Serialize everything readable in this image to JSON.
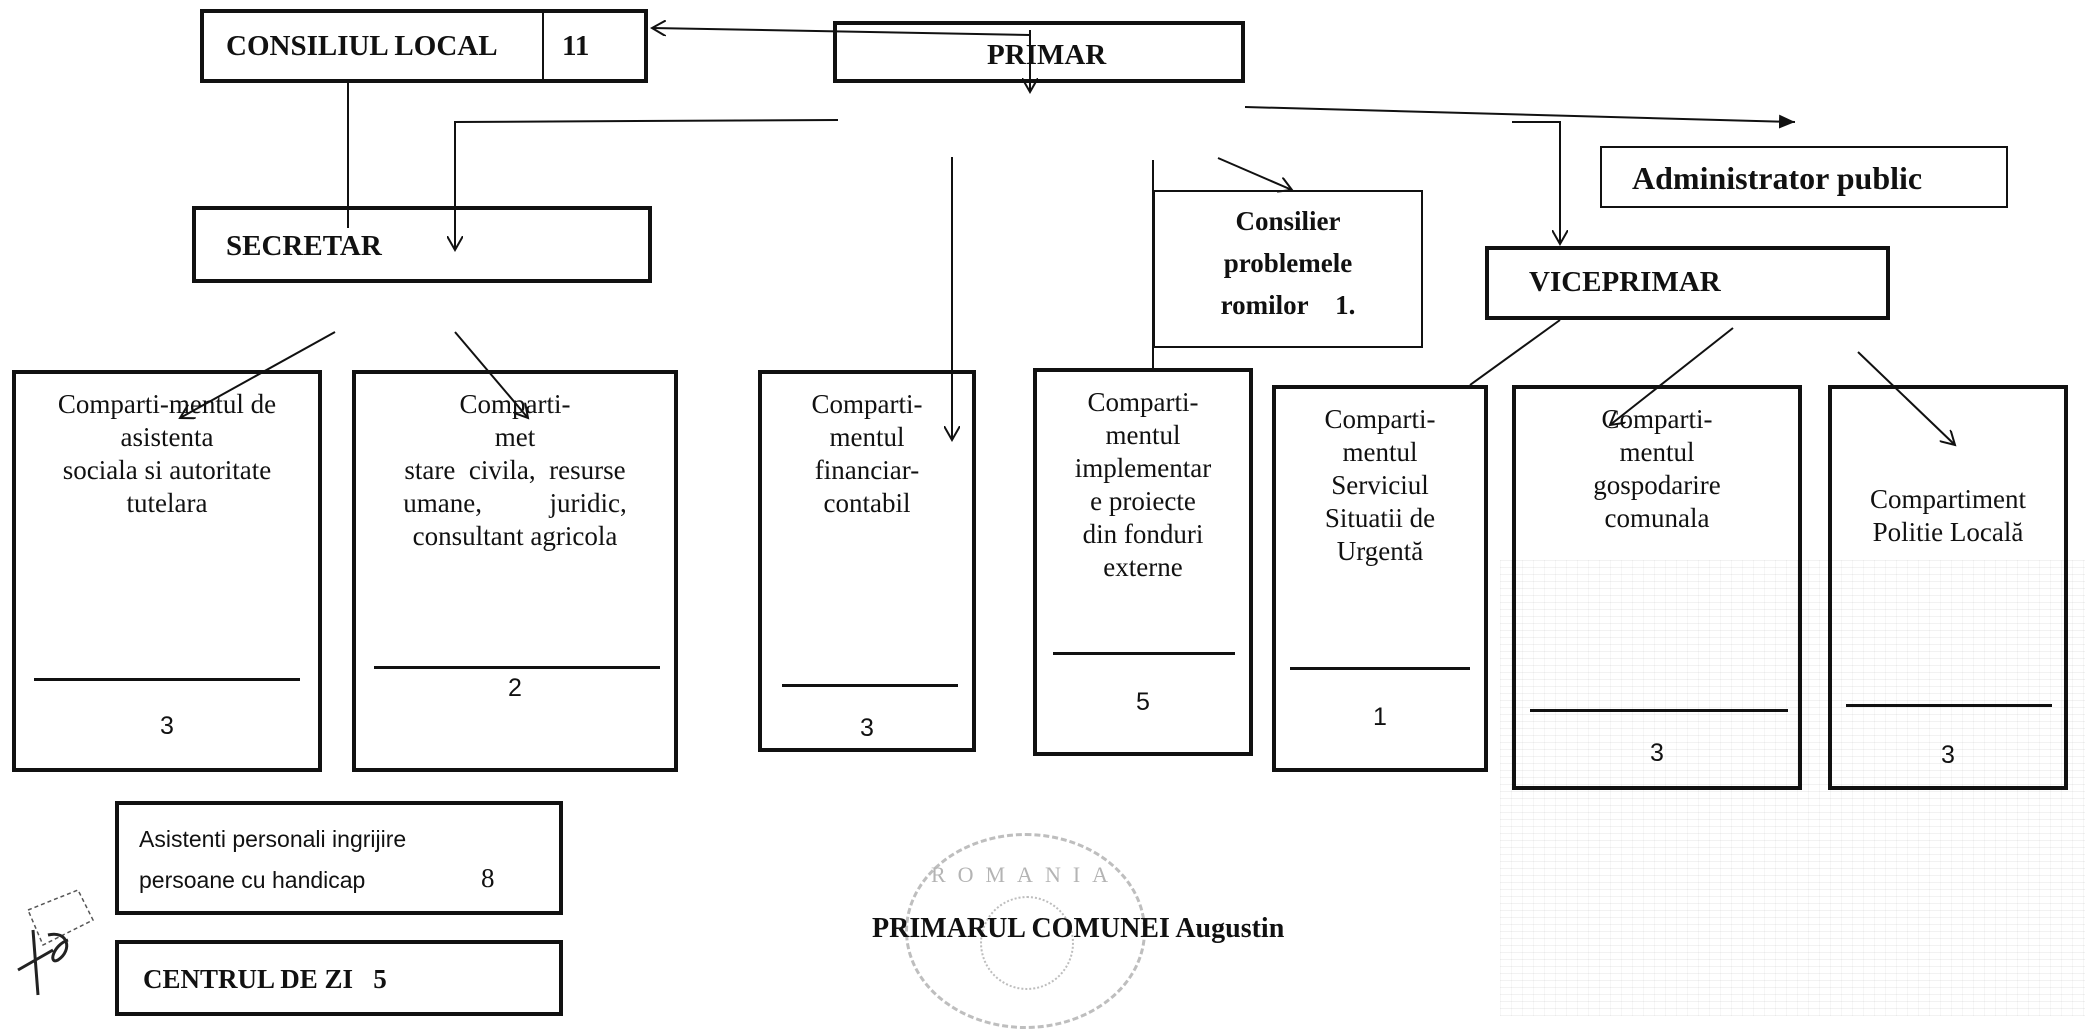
{
  "consiliu_local": {
    "label": "CONSILIUL LOCAL",
    "count": "11"
  },
  "primar": {
    "label": "PRIMAR"
  },
  "administrator": {
    "label": "Administrator public"
  },
  "secretar": {
    "label": "SECRETAR"
  },
  "consilier": {
    "line1": "Consilier",
    "line2": "problemele",
    "line3": "romilor    1."
  },
  "viceprimar": {
    "label": "VICEPRIMAR"
  },
  "compartments": [
    {
      "lines": [
        "Comparti-mentul de",
        "asistenta",
        "sociala si autoritate",
        "tutelara"
      ],
      "count": "3"
    },
    {
      "lines": [
        "Comparti-",
        "met",
        "stare  civila,  resurse",
        "umane,          juridic,",
        "consultant agricola"
      ],
      "count": "2"
    },
    {
      "lines": [
        "Comparti-",
        "mentul",
        "financiar-",
        "contabil"
      ],
      "count": "3"
    },
    {
      "lines": [
        "Comparti-",
        "mentul",
        "implementar",
        "e proiecte",
        "din fonduri",
        "externe"
      ],
      "count": "5"
    },
    {
      "lines": [
        "Comparti-",
        "mentul",
        "Serviciul",
        "Situatii de",
        "Urgentă"
      ],
      "count": "1"
    },
    {
      "lines": [
        "Comparti-",
        "mentul",
        "gospodarire",
        "comunala"
      ],
      "count": "3"
    },
    {
      "lines": [
        "Compartiment",
        "Politie Locală"
      ],
      "count": "3"
    }
  ],
  "asistenti": {
    "line1": "Asistenti personali ingrijire",
    "line2": "persoane cu handicap",
    "count": "8"
  },
  "centrul": {
    "label": "CENTRUL DE ZI   5"
  },
  "signature_block": {
    "label": "PRIMARUL COMUNEI Augustin"
  },
  "stamp": {
    "text": "ROMANIA"
  },
  "colors": {
    "ink": "#111111",
    "paper": "#ffffff"
  }
}
